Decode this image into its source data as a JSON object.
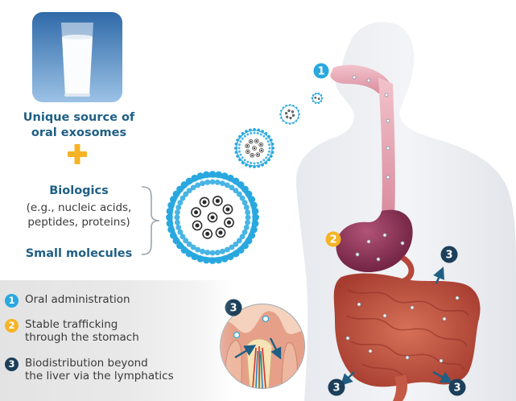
{
  "left_panel": {
    "source_title": [
      "Unique source of",
      "oral exosomes"
    ],
    "biologics_title": "Biologics",
    "biologics_examples": [
      "(e.g., nucleic acids,",
      "peptides, proteins)"
    ],
    "small_molecules_title": "Small molecules"
  },
  "legend": [
    {
      "number": "1",
      "lines": [
        "Oral administration"
      ],
      "color": "#29a8e0"
    },
    {
      "number": "2",
      "lines": [
        "Stable trafficking",
        "through the stomach"
      ],
      "color": "#f5b325"
    },
    {
      "number": "3",
      "lines": [
        "Biodistribution beyond",
        "the liver via the lymphatics"
      ],
      "color": "#1c3f5a"
    }
  ],
  "diagram_markers": [
    {
      "number": "1"
    },
    {
      "number": "2"
    },
    {
      "number": "3"
    },
    {
      "number": "3"
    },
    {
      "number": "3"
    },
    {
      "number": "3"
    }
  ],
  "colors": {
    "heading_blue": "#1f5f84",
    "plus_orange": "#f5b325",
    "exosome_blue": "#29a8e0",
    "marker_dark": "#1c3f5a",
    "gi_red": "#b5483a"
  },
  "icons": [
    "milk-glass-icon",
    "plus-icon",
    "exosome-icon",
    "body-silhouette",
    "stomach",
    "intestine",
    "arrow-icon"
  ]
}
